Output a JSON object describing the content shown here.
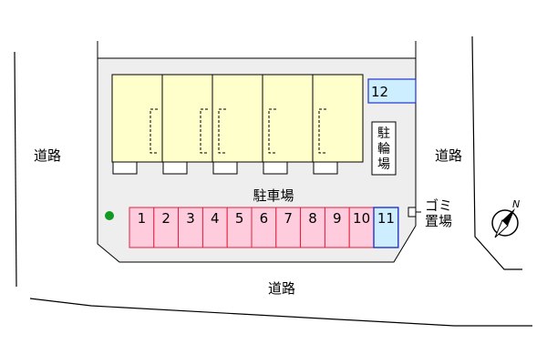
{
  "labels": {
    "road_left": "道路",
    "road_right": "道路",
    "road_bottom": "道路",
    "parking": "駐車場",
    "bike_parking_chars": [
      "駐",
      "輪",
      "場"
    ],
    "garbage_line1": "ゴミ",
    "garbage_line2": "置場"
  },
  "parking_spaces": [
    "1",
    "2",
    "3",
    "4",
    "5",
    "6",
    "7",
    "8",
    "9",
    "10",
    "11"
  ],
  "parking_space_12": "12",
  "compass": {
    "label": "N"
  },
  "colors": {
    "building_fill": "#FFFFCC",
    "building_stroke": "#000000",
    "lot_fill": "#EEEEEE",
    "parking_fill": "#FFCCDD",
    "parking_stroke": "#E02040",
    "special_fill": "#CCEEFF",
    "special_stroke": "#2233CC",
    "tree": "#119922"
  }
}
